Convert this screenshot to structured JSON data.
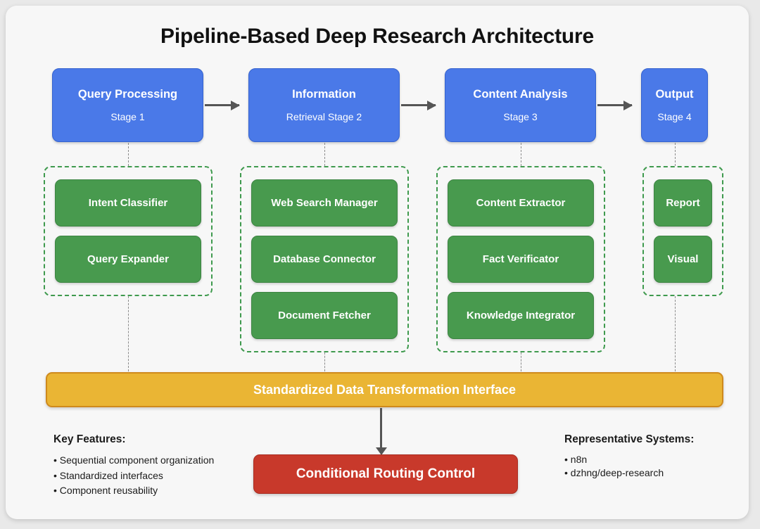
{
  "diagram": {
    "title": "Pipeline-Based Deep Research Architecture",
    "colors": {
      "stage_blue": "#4a79e8",
      "component_green": "#489a4e",
      "group_border_green": "#3f9a4e",
      "interface_orange": "#eab534",
      "control_red": "#c8392b",
      "arrow_gray": "#555555",
      "canvas": "#f7f7f7"
    },
    "stages": [
      {
        "title": "Query Processing",
        "subtitle": "Stage 1"
      },
      {
        "title": "Information",
        "subtitle": "Retrieval Stage 2"
      },
      {
        "title": "Content Analysis",
        "subtitle": "Stage 3"
      },
      {
        "title": "Output",
        "subtitle": "Stage 4"
      }
    ],
    "groups": [
      {
        "components": [
          "Intent Classifier",
          "Query Expander"
        ]
      },
      {
        "components": [
          "Web Search Manager",
          "Database Connector",
          "Document Fetcher"
        ]
      },
      {
        "components": [
          "Content Extractor",
          "Fact Verificator",
          "Knowledge Integrator"
        ]
      },
      {
        "components": [
          "Report",
          "Visual"
        ]
      }
    ],
    "interface_bar": {
      "label": "Standardized Data Transformation Interface"
    },
    "control": {
      "label": "Conditional Routing Control"
    },
    "key_features": {
      "heading": "Key Features:",
      "items": [
        "• Sequential component organization",
        "• Standardized interfaces",
        "• Component reusability"
      ]
    },
    "representative_systems": {
      "heading": "Representative Systems:",
      "items": [
        "• n8n",
        "• dzhng/deep-research"
      ]
    }
  }
}
